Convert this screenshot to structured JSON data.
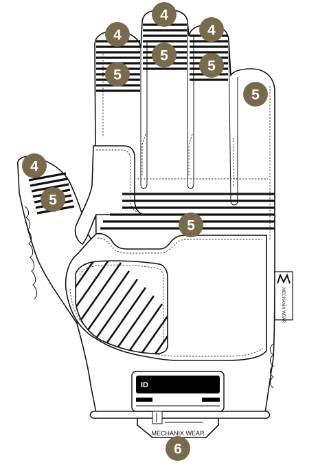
{
  "badges": [
    {
      "id": "index-tip",
      "label": "4"
    },
    {
      "id": "middle-tip",
      "label": "4"
    },
    {
      "id": "ring-tip",
      "label": "4"
    },
    {
      "id": "thumb-tip",
      "label": "4"
    },
    {
      "id": "index-stripes",
      "label": "5"
    },
    {
      "id": "middle-stripes",
      "label": "5"
    },
    {
      "id": "ring-stripes",
      "label": "5"
    },
    {
      "id": "pinky",
      "label": "5"
    },
    {
      "id": "thumb-stripes",
      "label": "5"
    },
    {
      "id": "palm-stripes",
      "label": "5"
    },
    {
      "id": "cuff",
      "label": "6"
    }
  ],
  "labels": {
    "id_tag": "ID",
    "cuff_brand": "MECHANIX WEAR",
    "side_brand": "MECHANIX WEAR",
    "logo_mark": "M"
  },
  "colors": {
    "badge": "#7a6a4c",
    "outline": "#111111",
    "background": "#ffffff"
  }
}
